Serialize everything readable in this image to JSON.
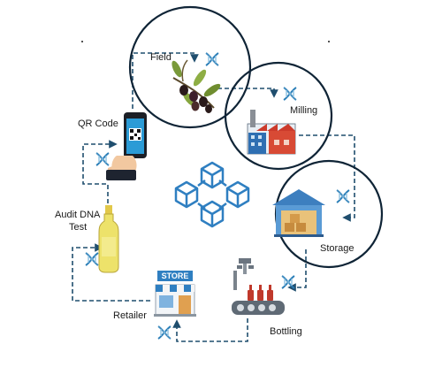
{
  "stages": {
    "field": "Field",
    "milling": "Milling",
    "storage": "Storage",
    "bottling": "Bottling",
    "retailer": "Retailer",
    "audit_line1": "Audit DNA",
    "audit_line2": "Test",
    "qr": "QR Code"
  },
  "store_sign": "STORE",
  "colors": {
    "flow_line": "#1f4e6e",
    "dna_icon": "#2c7fb8",
    "blockchain": "#2f7fc1",
    "circle_outline": "#0f2436"
  },
  "icons": [
    "olive-branch-icon",
    "factory-icon",
    "warehouse-icon",
    "bottling-machine-icon",
    "store-icon",
    "oil-bottle-icon",
    "smartphone-qr-icon",
    "blockchain-icon",
    "dna-icon"
  ]
}
